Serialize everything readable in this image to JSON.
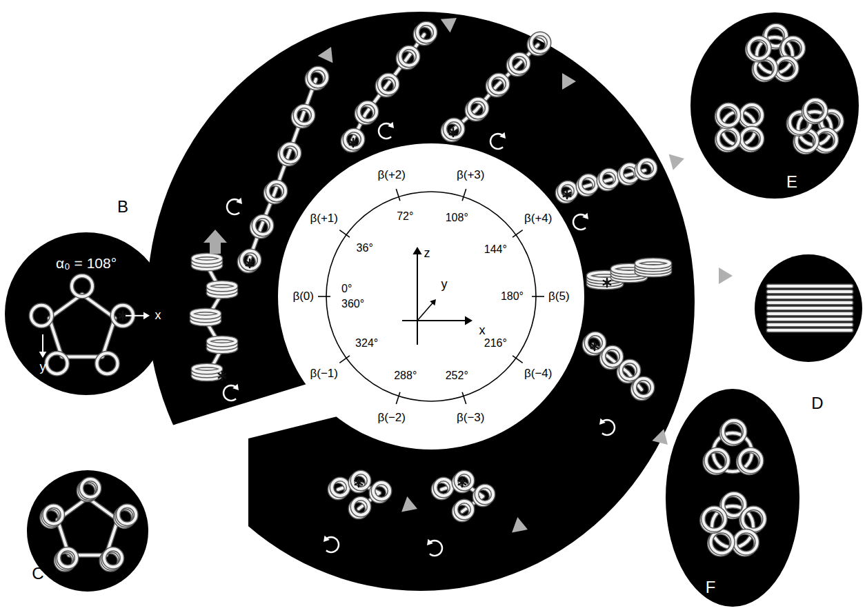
{
  "diagram": {
    "nodes": [
      {
        "text": [
          "α₀ = 108°",
          "x",
          "y"
        ]
      },
      {
        "text": [
          "β(0)",
          "0°",
          "360°",
          "β(+1)",
          "36°",
          "β(+2)",
          "72°",
          "β(+3)",
          "108°",
          "β(+4)",
          "144°",
          "β(5)",
          "180°",
          "β(−4)",
          "216°",
          "β(−3)",
          "252°",
          "β(−2)",
          "288°",
          "β(−1)",
          "324°",
          "z",
          "y",
          "x"
        ]
      },
      {
        "text": [
          "E"
        ]
      },
      {
        "text": [
          "D"
        ]
      },
      {
        "text": [
          "F"
        ]
      },
      {
        "text": [
          "C"
        ]
      }
    ],
    "labels": [
      "B"
    ]
  }
}
